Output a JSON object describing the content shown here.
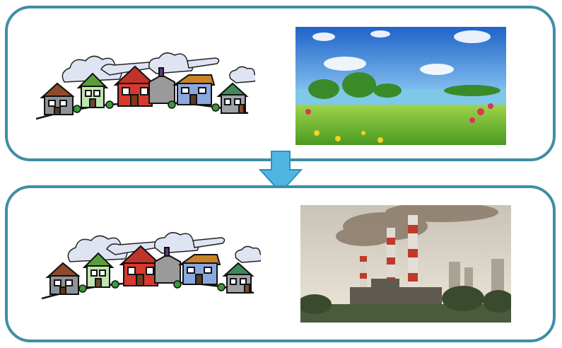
{
  "diagram": {
    "panels": [
      {
        "id": "before",
        "scene": "village-houses",
        "photo": "green-lakeside-landscape"
      },
      {
        "id": "after",
        "scene": "village-houses",
        "photo": "factory-smokestacks"
      }
    ],
    "arrow": {
      "direction": "down",
      "color": "#4fb6e3"
    },
    "colors": {
      "border": "#3f8ea6",
      "sky": "#2f7fd8",
      "grass": "#6cc23a",
      "smoke": "#8a7a68",
      "chimney_red": "#c0392b"
    }
  }
}
